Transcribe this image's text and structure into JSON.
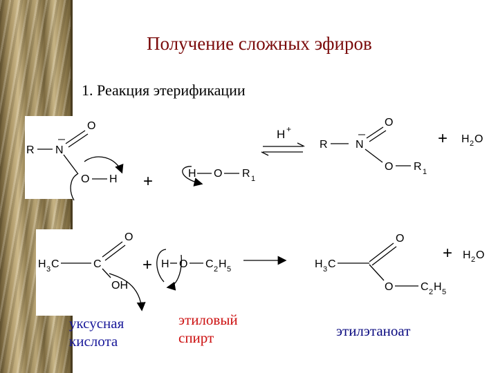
{
  "slide": {
    "title": "Получение сложных эфиров",
    "subtitle": "1. Реакция этерификации"
  },
  "general_reaction": {
    "acid_R": "R",
    "acid_N": "N",
    "acid_O_top": "O",
    "acid_O": "O",
    "acid_H": "H",
    "plus": "+",
    "alcohol_H": "H",
    "alcohol_O": "O",
    "alcohol_R": "R",
    "alcohol_R_sub": "1",
    "catalyst": "H",
    "catalyst_sup": "+",
    "ester_R": "R",
    "ester_N": "N",
    "ester_O_top": "O",
    "ester_O": "O",
    "ester_R1": "R",
    "ester_R1_sub": "1",
    "plus2": "+",
    "water": "H",
    "water_sub": "2",
    "water_O": "O"
  },
  "specific_reaction": {
    "acid_CH3": "H",
    "acid_CH3_sub": "3",
    "acid_CH3_C": "C",
    "acid_C": "C",
    "acid_O_top": "O",
    "acid_OH": "OH",
    "plus": "+",
    "alcohol_H": "H",
    "alcohol_O": "O",
    "alcohol_C2H5": "C",
    "alcohol_C2H5_sub1": "2",
    "alcohol_H5": "H",
    "alcohol_C2H5_sub2": "5",
    "ester_CH3": "H",
    "ester_CH3_sub": "3",
    "ester_CH3_C": "C",
    "ester_O_top": "O",
    "ester_O": "O",
    "ester_C": "C",
    "ester_sub1": "2",
    "ester_H": "H",
    "ester_sub2": "5",
    "plus2": "+",
    "water": "H",
    "water_sub": "2",
    "water_O": "O"
  },
  "labels": {
    "acid_line1": "уксусная",
    "acid_line2": "кислота",
    "alcohol_line1": "этиловый",
    "alcohol_line2": "спирт",
    "ester": "этилэтаноат"
  },
  "colors": {
    "title": "#7a0a0a",
    "acid_label": "#1a1a9a",
    "alcohol_label": "#cc1010",
    "ester_label": "#0a0a80"
  }
}
